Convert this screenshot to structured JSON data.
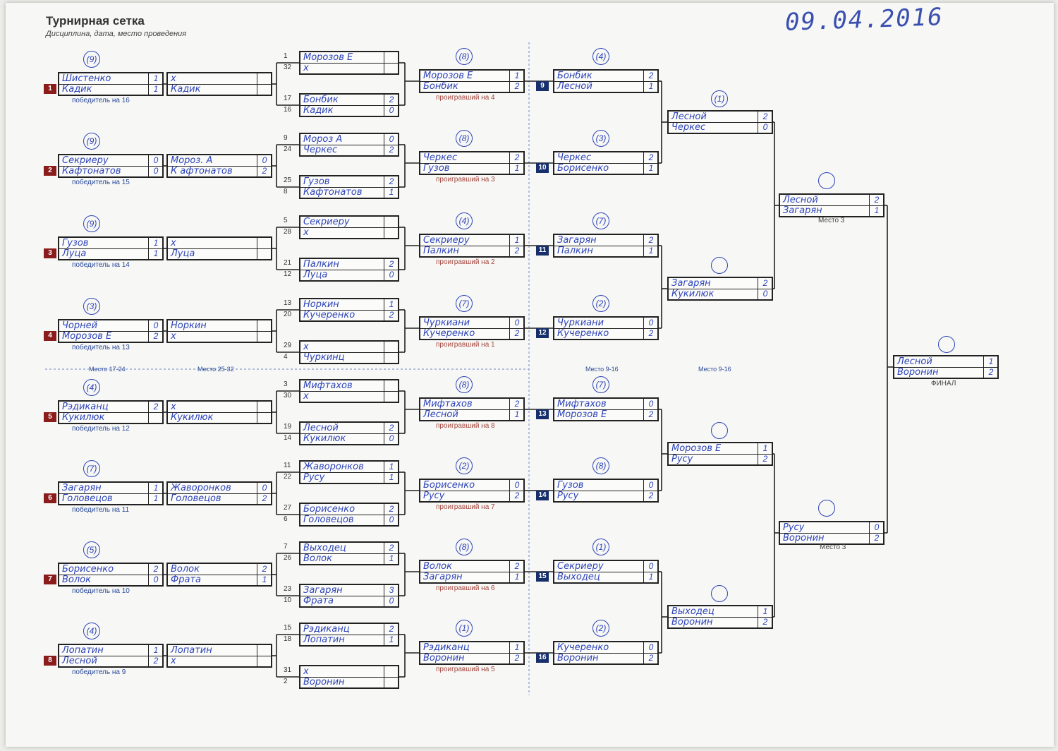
{
  "header": {
    "title": "Турнирная сетка",
    "subtitle": "Дисциплина, дата, место проведения",
    "handwritten_date": "09.04.2016"
  },
  "sections": {
    "place_17_24": "Место 17-24",
    "place_25_32": "Место 25-32",
    "place_9_16_a": "Место 9-16",
    "place_9_16_b": "Место 9-16",
    "place_3_top": "Место 3",
    "place_3_bottom": "Место 3",
    "final": "ФИНАЛ"
  },
  "seeds": [
    "1",
    "2",
    "3",
    "4",
    "5",
    "6",
    "7",
    "8",
    "9",
    "10",
    "11",
    "12",
    "13",
    "14",
    "15",
    "16"
  ],
  "captions": {
    "winner": [
      "победитель на 16",
      "победитель на 15",
      "победитель на 14",
      "победитель на 13",
      "победитель на 12",
      "победитель на 11",
      "победитель на 10",
      "победитель на 9"
    ],
    "loser": [
      "проигравший на 4",
      "проигравший на 3",
      "проигравший на 2",
      "проигравший на 1",
      "проигравший на 8",
      "проигравший на 7",
      "проигравший на 6",
      "проигравший на 5"
    ]
  },
  "slots": [
    "1",
    "32",
    "17",
    "16",
    "9",
    "24",
    "25",
    "8",
    "5",
    "28",
    "21",
    "12",
    "13",
    "20",
    "29",
    "4",
    "3",
    "30",
    "19",
    "14",
    "11",
    "22",
    "27",
    "6",
    "7",
    "26",
    "23",
    "10",
    "15",
    "18",
    "31",
    "2"
  ],
  "round1": [
    {
      "a": "Шистенко",
      "b": "Кадик",
      "sa": "1",
      "sb": "1"
    },
    {
      "a": "Секриеру",
      "b": "Кафтонатов",
      "sa": "0",
      "sb": "0"
    },
    {
      "a": "Гузов",
      "b": "Луца",
      "sa": "1",
      "sb": "1"
    },
    {
      "a": "Чорней",
      "b": "Морозов Е",
      "sa": "0",
      "sb": "2"
    },
    {
      "a": "Рэдиканц",
      "b": "Кукилюк",
      "sa": "2",
      "sb": ""
    },
    {
      "a": "Загарян",
      "b": "Головецов",
      "sa": "1",
      "sb": "1"
    },
    {
      "a": "Борисенко",
      "b": "Волок",
      "sa": "2",
      "sb": "0"
    },
    {
      "a": "Лопатин",
      "b": "Лесной",
      "sa": "1",
      "sb": "2"
    }
  ],
  "round2": [
    {
      "a": "х",
      "b": "Кадик",
      "sa": "",
      "sb": ""
    },
    {
      "a": "Мороз. А",
      "b": "К афтонатов",
      "sa": "0",
      "sb": "2"
    },
    {
      "a": "х",
      "b": "Луца",
      "sa": "",
      "sb": ""
    },
    {
      "a": "Норкин",
      "b": "х",
      "sa": "",
      "sb": ""
    },
    {
      "a": "х",
      "b": "Кукилюк",
      "sa": "",
      "sb": ""
    },
    {
      "a": "Жаворонков",
      "b": "Головецов",
      "sa": "0",
      "sb": "2"
    },
    {
      "a": "Волок",
      "b": "Фрата",
      "sa": "2",
      "sb": "1"
    },
    {
      "a": "Лопатин",
      "b": "х",
      "sa": "",
      "sb": ""
    }
  ],
  "left32": [
    {
      "a": "Морозов Е",
      "b": "х",
      "sa": "",
      "sb": ""
    },
    {
      "a": "Бонбик",
      "b": "Кадик",
      "sa": "2",
      "sb": "0"
    },
    {
      "a": "Мороз А",
      "b": "Черкес",
      "sa": "0",
      "sb": "2"
    },
    {
      "a": "Гузов",
      "b": "Кафтонатов",
      "sa": "2",
      "sb": "1"
    },
    {
      "a": "Секриеру",
      "b": "х",
      "sa": "",
      "sb": ""
    },
    {
      "a": "Палкин",
      "b": "Луца",
      "sa": "2",
      "sb": "0"
    },
    {
      "a": "Норкин",
      "b": "Кучеренко",
      "sa": "1",
      "sb": "2"
    },
    {
      "a": "х",
      "b": "Чуркинц",
      "sa": "",
      "sb": ""
    },
    {
      "a": "Мифтахов",
      "b": "х",
      "sa": "",
      "sb": ""
    },
    {
      "a": "Лесной",
      "b": "Кукилюк",
      "sa": "2",
      "sb": "0"
    },
    {
      "a": "Жаворонков",
      "b": "Русу",
      "sa": "1",
      "sb": "1"
    },
    {
      "a": "Борисенко",
      "b": "Головецов",
      "sa": "2",
      "sb": "0"
    },
    {
      "a": "Выходец",
      "b": "Волок",
      "sa": "2",
      "sb": "1"
    },
    {
      "a": "Загарян",
      "b": "Фрата",
      "sa": "3",
      "sb": "0"
    },
    {
      "a": "Рэдиканц",
      "b": "Лопатин",
      "sa": "2",
      "sb": "1"
    },
    {
      "a": "х",
      "b": "Воронин",
      "sa": "",
      "sb": ""
    }
  ],
  "losers": [
    {
      "a": "Морозов Е",
      "b": "Бонбик",
      "sa": "1",
      "sb": "2"
    },
    {
      "a": "Черкес",
      "b": "Гузов",
      "sa": "2",
      "sb": "1"
    },
    {
      "a": "Секриеру",
      "b": "Палкин",
      "sa": "1",
      "sb": "2"
    },
    {
      "a": "Чуркиани",
      "b": "Кучеренко",
      "sa": "0",
      "sb": "2"
    },
    {
      "a": "Мифтахов",
      "b": "Лесной",
      "sa": "2",
      "sb": "1"
    },
    {
      "a": "Борисенко",
      "b": "Русу",
      "sa": "0",
      "sb": "2"
    },
    {
      "a": "Волок",
      "b": "Загарян",
      "sa": "2",
      "sb": "1"
    },
    {
      "a": "Рэдиканц",
      "b": "Воронин",
      "sa": "1",
      "sb": "2"
    }
  ],
  "r9_16": [
    {
      "a": "Бонбик",
      "b": "Лесной",
      "sa": "2",
      "sb": "1"
    },
    {
      "a": "Черкес",
      "b": "Борисенко",
      "sa": "2",
      "sb": "1"
    },
    {
      "a": "Загарян",
      "b": "Палкин",
      "sa": "2",
      "sb": "1"
    },
    {
      "a": "Чуркиани",
      "b": "Кучеренко",
      "sa": "0",
      "sb": "2"
    },
    {
      "a": "Мифтахов",
      "b": "Морозов Е",
      "sa": "0",
      "sb": "2"
    },
    {
      "a": "Гузов",
      "b": "Русу",
      "sa": "0",
      "sb": "2"
    },
    {
      "a": "Секриеру",
      "b": "Выходец",
      "sa": "0",
      "sb": "1"
    },
    {
      "a": "Кучеренко",
      "b": "Воронин",
      "sa": "0",
      "sb": "2"
    }
  ],
  "qf": [
    {
      "a": "Лесной",
      "b": "Черкес",
      "sa": "2",
      "sb": "0"
    },
    {
      "a": "Загарян",
      "b": "Кукилюк",
      "sa": "2",
      "sb": "0"
    },
    {
      "a": "Морозов Е",
      "b": "Русу",
      "sa": "1",
      "sb": "2"
    },
    {
      "a": "Выходец",
      "b": "Воронин",
      "sa": "1",
      "sb": "2"
    }
  ],
  "sf": [
    {
      "a": "Лесной",
      "b": "Загарян",
      "sa": "2",
      "sb": "1"
    },
    {
      "a": "Русу",
      "b": "Воронин",
      "sa": "0",
      "sb": "2"
    }
  ],
  "final": {
    "a": "Лесной",
    "b": "Воронин",
    "sa": "1",
    "sb": "2"
  },
  "circles": [
    "(9)",
    "(9)",
    "(9)",
    "(3)",
    "(4)",
    "(7)",
    "(5)",
    "(4)",
    "(8)",
    "(8)",
    "(4)",
    "(7)",
    "(8)",
    "(2)",
    "(8)",
    "(1)",
    "(4)",
    "(3)",
    "(7)",
    "(2)",
    "(7)",
    "(8)",
    "(1)",
    "(2)",
    "(1)"
  ],
  "colors": {
    "ink": "#2d44b8",
    "seed_red": "#8b1c1c",
    "seed_navy": "#17306b",
    "line": "#222222"
  }
}
